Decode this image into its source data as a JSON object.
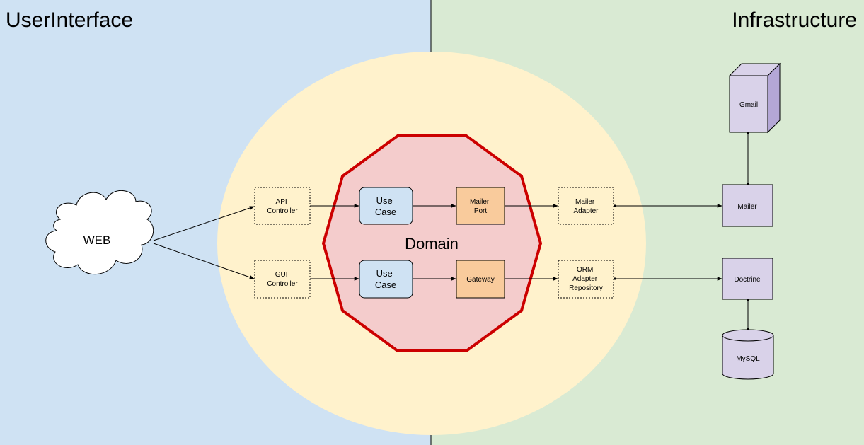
{
  "regions": {
    "left_title": "UserInterface",
    "right_title": "Infrastructure",
    "domain_label": "Domain"
  },
  "nodes": {
    "web": "WEB",
    "api_controller": [
      "API",
      "Controller"
    ],
    "gui_controller": [
      "GUI",
      "Controller"
    ],
    "use_case_top": [
      "Use",
      "Case"
    ],
    "use_case_bottom": [
      "Use",
      "Case"
    ],
    "mailer_port": [
      "Mailer",
      "Port"
    ],
    "gateway": "Gateway",
    "mailer_adapter": [
      "Mailer",
      "Adapter"
    ],
    "orm_adapter": [
      "ORM",
      "Adapter",
      "Repository"
    ],
    "mailer": "Mailer",
    "doctrine": "Doctrine",
    "gmail": "Gmail",
    "mysql": "MySQL"
  },
  "colors": {
    "ui_bg": "#cfe2f3",
    "infra_bg": "#d9ead3",
    "app_ring": "#fff2cc",
    "domain_fill": "#f4cccc",
    "domain_stroke": "#cc0000",
    "use_case_fill": "#cfe2f3",
    "port_fill": "#f9cb9c",
    "infra_node_fill": "#d9d2e9"
  }
}
